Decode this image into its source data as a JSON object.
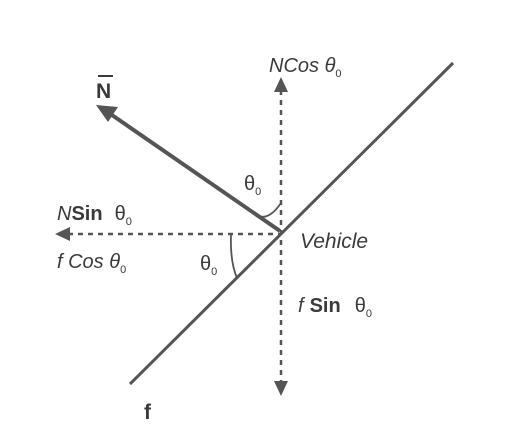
{
  "labels": {
    "n_vector": "N",
    "n_cos": "NCos θ",
    "n_cos_sub": "0",
    "n_sin_n": "N",
    "n_sin_word": "Sin",
    "n_sin_theta": "θ",
    "n_sin_sub": "0",
    "f_cos": "f Cos θ",
    "f_cos_sub": "0",
    "vehicle": "Vehicle",
    "f_sin_f": "f",
    "f_sin_word": "Sin",
    "f_sin_theta": "θ",
    "f_sin_sub": "0",
    "theta_upper": "θ",
    "theta_upper_sub": "0",
    "theta_left": "θ",
    "theta_left_sub": "0",
    "f_vector": "f"
  },
  "colors": {
    "line": "#555555",
    "text": "#3a3a3a",
    "background": "#ffffff"
  }
}
